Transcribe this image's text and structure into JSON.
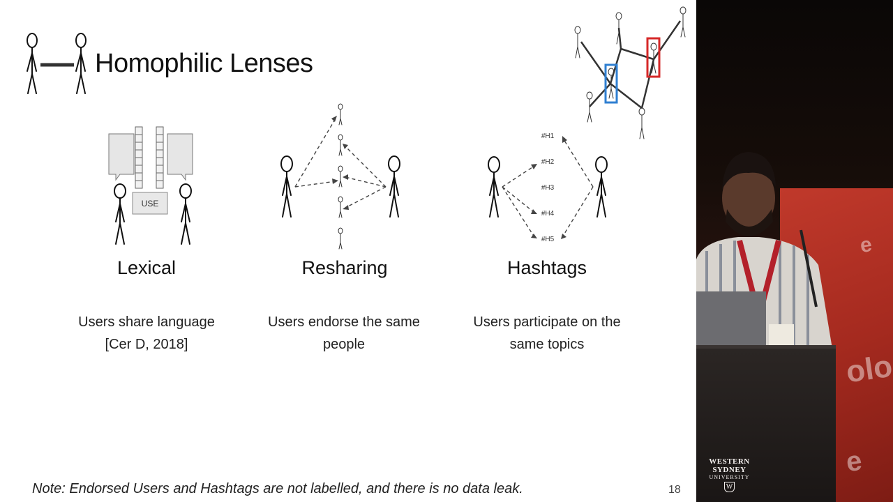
{
  "slide": {
    "title": "Homophilic Lenses",
    "page_number": "18",
    "note": "Note: Endorsed Users and Hashtags are not labelled, and there is no data leak.",
    "lenses": [
      {
        "label": "Lexical",
        "description_line1": "Users share language",
        "description_line2": "[Cer D, 2018]",
        "box_text": "USE"
      },
      {
        "label": "Resharing",
        "description_line1": "Users endorse the same",
        "description_line2": "people"
      },
      {
        "label": "Hashtags",
        "description_line1": "Users participate on the",
        "description_line2": "same topics",
        "tags": [
          "#H1",
          "#H2",
          "#H3",
          "#H4",
          "#H5"
        ]
      }
    ],
    "highlight_colors": {
      "blue": "#2f7fd1",
      "red": "#d62828"
    }
  },
  "video": {
    "university_line1": "WESTERN SYDNEY",
    "university_line2": "UNIVERSITY",
    "university_mark": "W"
  }
}
